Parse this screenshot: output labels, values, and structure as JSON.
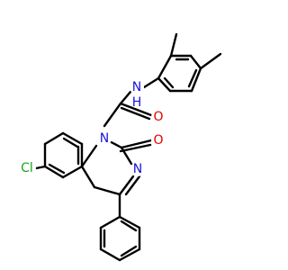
{
  "molecule": {
    "colors": {
      "bond": "#000000",
      "nitrogen": "#1515d8",
      "oxygen": "#e00000",
      "chlorine": "#1aa61a",
      "hydrogen": "#1515d8"
    },
    "labels": {
      "amide_nh": "N",
      "amide_h": "H",
      "amide_o": "O",
      "ring_n1": "N",
      "ring_o": "O",
      "ring_n3": "N",
      "chloro": "Cl"
    }
  }
}
